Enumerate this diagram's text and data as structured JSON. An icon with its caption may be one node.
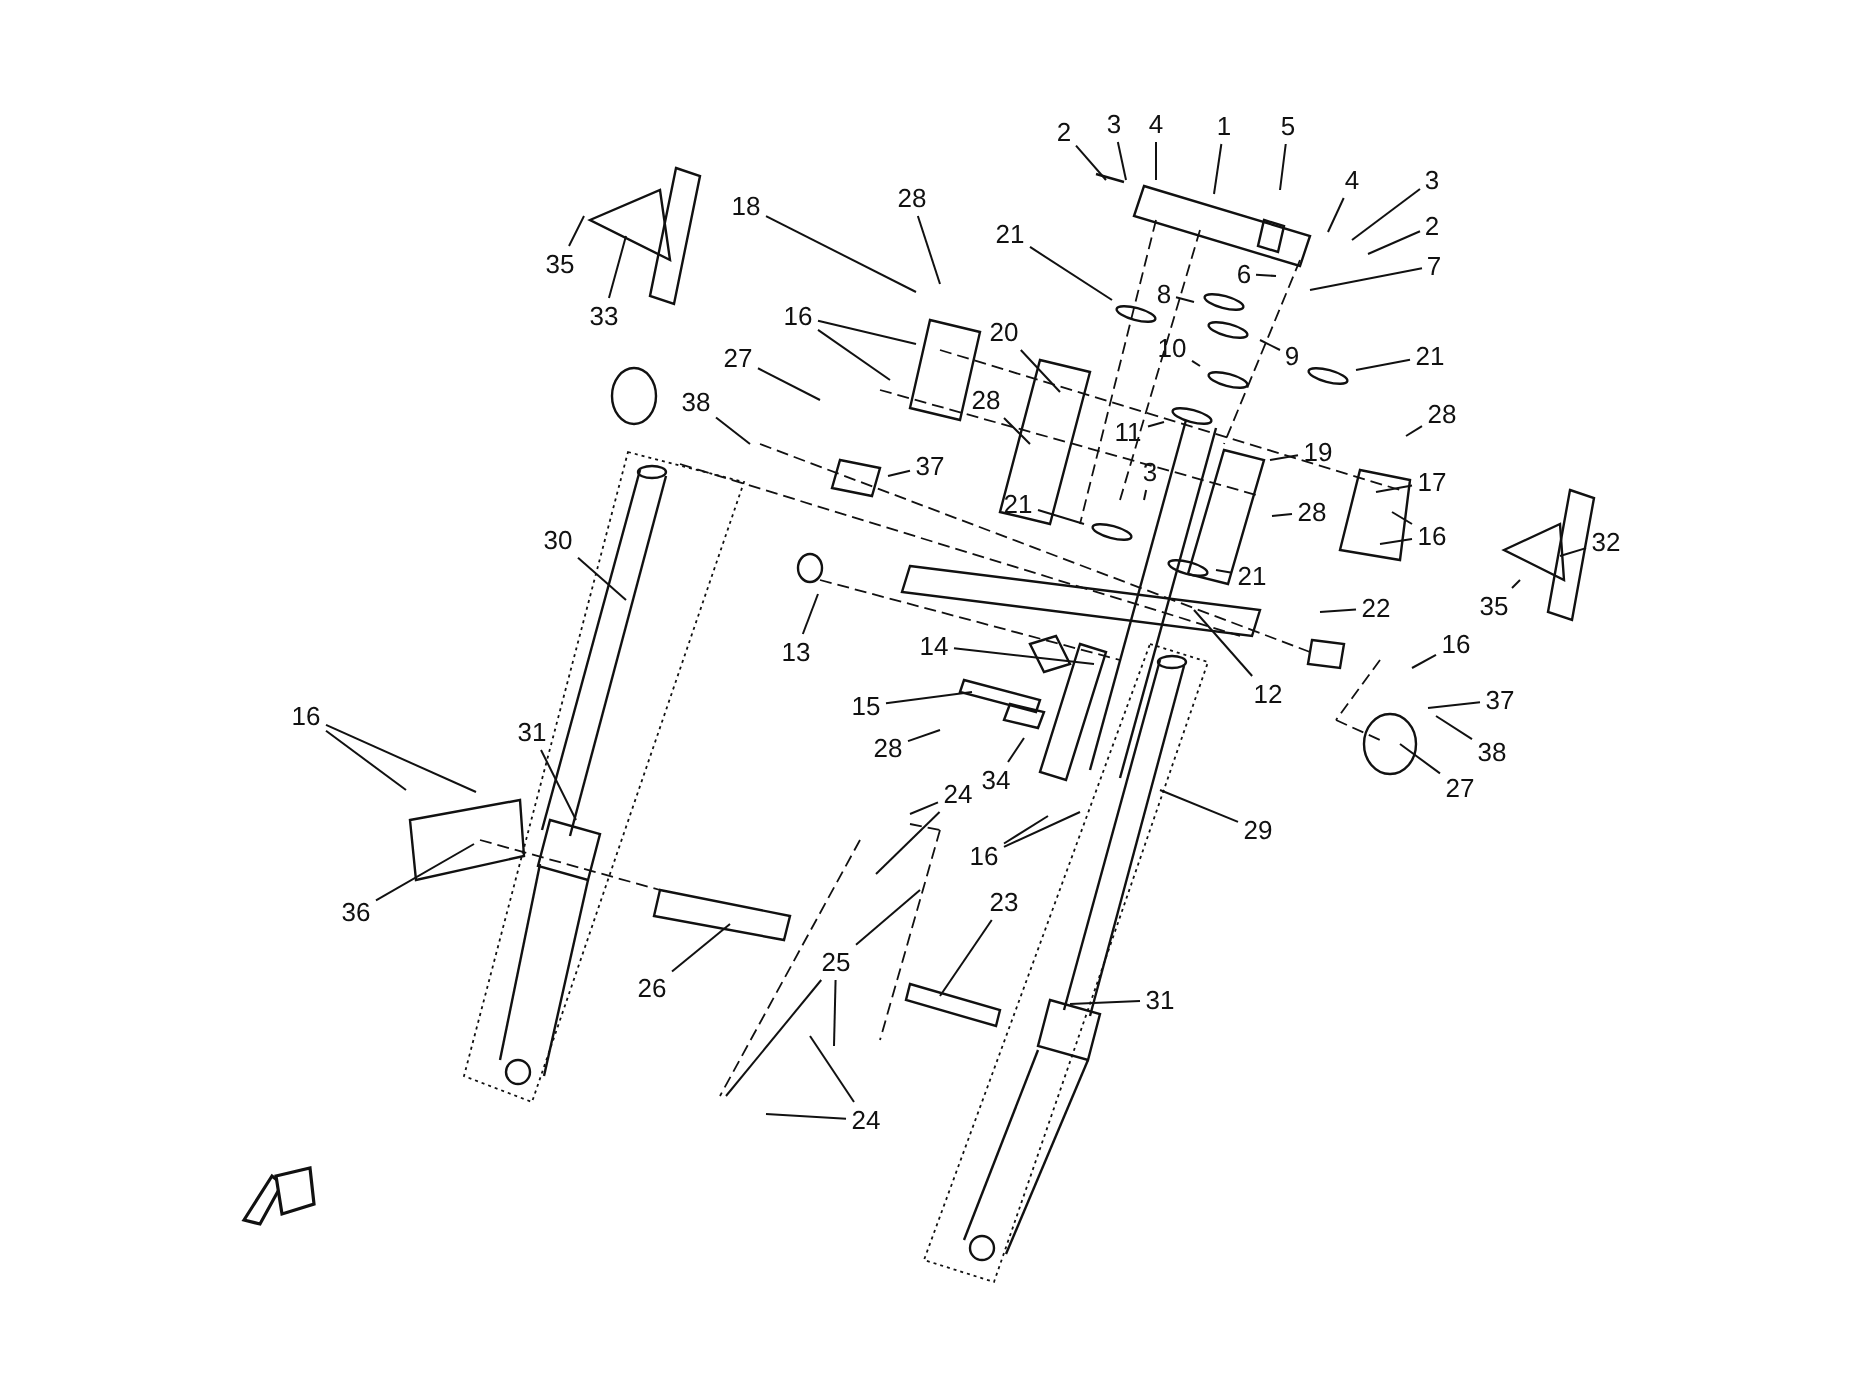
{
  "diagram": {
    "nodes": [
      {
        "text": [
          "1"
        ]
      },
      {
        "text": [
          "2"
        ]
      },
      {
        "text": [
          "3"
        ]
      },
      {
        "text": [
          "4"
        ]
      },
      {
        "text": [
          "5"
        ]
      },
      {
        "text": [
          "4"
        ]
      },
      {
        "text": [
          "3"
        ]
      },
      {
        "text": [
          "2"
        ]
      },
      {
        "text": [
          "6"
        ]
      },
      {
        "text": [
          "7"
        ]
      },
      {
        "text": [
          "8"
        ]
      },
      {
        "text": [
          "9"
        ]
      },
      {
        "text": [
          "10"
        ]
      },
      {
        "text": [
          "11"
        ]
      },
      {
        "text": [
          "21"
        ]
      },
      {
        "text": [
          "21"
        ]
      },
      {
        "text": [
          "18"
        ]
      },
      {
        "text": [
          "28"
        ]
      },
      {
        "text": [
          "16"
        ]
      },
      {
        "text": [
          "27"
        ]
      },
      {
        "text": [
          "20"
        ]
      },
      {
        "text": [
          "28"
        ]
      },
      {
        "text": [
          "38"
        ]
      },
      {
        "text": [
          "37"
        ]
      },
      {
        "text": [
          "21"
        ]
      },
      {
        "text": [
          "3"
        ]
      },
      {
        "text": [
          "19"
        ]
      },
      {
        "text": [
          "28"
        ]
      },
      {
        "text": [
          "17"
        ]
      },
      {
        "text": [
          "28"
        ]
      },
      {
        "text": [
          "16"
        ]
      },
      {
        "text": [
          "21"
        ]
      },
      {
        "text": [
          "22"
        ]
      },
      {
        "text": [
          "16"
        ]
      },
      {
        "text": [
          "37"
        ]
      },
      {
        "text": [
          "38"
        ]
      },
      {
        "text": [
          "27"
        ]
      },
      {
        "text": [
          "12"
        ]
      },
      {
        "text": [
          "13"
        ]
      },
      {
        "text": [
          "14"
        ]
      },
      {
        "text": [
          "15"
        ]
      },
      {
        "text": [
          "28"
        ]
      },
      {
        "text": [
          "34"
        ]
      },
      {
        "text": [
          "16"
        ]
      },
      {
        "text": [
          "24"
        ]
      },
      {
        "text": [
          "25"
        ]
      },
      {
        "text": [
          "16"
        ]
      },
      {
        "text": [
          "31"
        ]
      },
      {
        "text": [
          "36"
        ]
      },
      {
        "text": [
          "26"
        ]
      },
      {
        "text": [
          "23"
        ]
      },
      {
        "text": [
          "29"
        ]
      },
      {
        "text": [
          "31"
        ]
      },
      {
        "text": [
          "30"
        ]
      },
      {
        "text": [
          "33"
        ]
      },
      {
        "text": [
          "35"
        ]
      },
      {
        "text": [
          "32"
        ]
      },
      {
        "text": [
          "35"
        ]
      },
      {
        "text": [
          "24"
        ]
      }
    ],
    "edges": [
      {
        "from": 0,
        "to": null,
        "arrow": "none"
      },
      {
        "from": 1,
        "to": null,
        "arrow": "none"
      },
      {
        "from": 2,
        "to": null,
        "arrow": "none"
      },
      {
        "from": 3,
        "to": null,
        "arrow": "none"
      },
      {
        "from": 4,
        "to": null,
        "arrow": "none"
      },
      {
        "from": 5,
        "to": null,
        "arrow": "none"
      },
      {
        "from": 6,
        "to": null,
        "arrow": "none"
      },
      {
        "from": 7,
        "to": null,
        "arrow": "none"
      },
      {
        "from": 8,
        "to": null,
        "arrow": "none"
      },
      {
        "from": 9,
        "to": null,
        "arrow": "none"
      },
      {
        "from": 10,
        "to": null,
        "arrow": "none"
      },
      {
        "from": 11,
        "to": null,
        "arrow": "none"
      },
      {
        "from": 12,
        "to": null,
        "arrow": "none"
      },
      {
        "from": 13,
        "to": null,
        "arrow": "none"
      },
      {
        "from": 14,
        "to": null,
        "arrow": "none"
      },
      {
        "from": 15,
        "to": null,
        "arrow": "none"
      },
      {
        "from": 16,
        "to": null,
        "arrow": "none"
      },
      {
        "from": 17,
        "to": null,
        "arrow": "none"
      },
      {
        "from": 18,
        "to": null,
        "arrow": "none"
      },
      {
        "from": 18,
        "to": null,
        "arrow": "none"
      },
      {
        "from": 19,
        "to": null,
        "arrow": "none"
      },
      {
        "from": 20,
        "to": null,
        "arrow": "none"
      },
      {
        "from": 21,
        "to": null,
        "arrow": "none"
      },
      {
        "from": 22,
        "to": null,
        "arrow": "none"
      },
      {
        "from": 23,
        "to": null,
        "arrow": "none"
      },
      {
        "from": 24,
        "to": null,
        "arrow": "none"
      },
      {
        "from": 25,
        "to": null,
        "arrow": "none"
      },
      {
        "from": 26,
        "to": null,
        "arrow": "none"
      },
      {
        "from": 27,
        "to": null,
        "arrow": "none"
      },
      {
        "from": 28,
        "to": null,
        "arrow": "none"
      },
      {
        "from": 29,
        "to": null,
        "arrow": "none"
      },
      {
        "from": 30,
        "to": null,
        "arrow": "none"
      },
      {
        "from": 30,
        "to": null,
        "arrow": "none"
      },
      {
        "from": 31,
        "to": null,
        "arrow": "none"
      },
      {
        "from": 32,
        "to": null,
        "arrow": "none"
      },
      {
        "from": 33,
        "to": null,
        "arrow": "none"
      },
      {
        "from": 34,
        "to": null,
        "arrow": "none"
      },
      {
        "from": 35,
        "to": null,
        "arrow": "none"
      },
      {
        "from": 36,
        "to": null,
        "arrow": "none"
      },
      {
        "from": 37,
        "to": null,
        "arrow": "none"
      },
      {
        "from": 38,
        "to": null,
        "arrow": "none"
      },
      {
        "from": 39,
        "to": null,
        "arrow": "none"
      },
      {
        "from": 40,
        "to": null,
        "arrow": "none"
      },
      {
        "from": 41,
        "to": null,
        "arrow": "none"
      },
      {
        "from": 42,
        "to": null,
        "arrow": "none"
      },
      {
        "from": 43,
        "to": null,
        "arrow": "none"
      },
      {
        "from": 43,
        "to": null,
        "arrow": "none"
      },
      {
        "from": 44,
        "to": null,
        "arrow": "none"
      },
      {
        "from": 44,
        "to": null,
        "arrow": "none"
      },
      {
        "from": 45,
        "to": null,
        "arrow": "none"
      },
      {
        "from": 45,
        "to": null,
        "arrow": "none"
      },
      {
        "from": 45,
        "to": null,
        "arrow": "none"
      },
      {
        "from": 46,
        "to": null,
        "arrow": "none"
      },
      {
        "from": 46,
        "to": null,
        "arrow": "none"
      },
      {
        "from": 47,
        "to": null,
        "arrow": "none"
      },
      {
        "from": 48,
        "to": null,
        "arrow": "none"
      },
      {
        "from": 49,
        "to": null,
        "arrow": "none"
      },
      {
        "from": 50,
        "to": null,
        "arrow": "none"
      },
      {
        "from": 51,
        "to": null,
        "arrow": "none"
      },
      {
        "from": 52,
        "to": null,
        "arrow": "none"
      },
      {
        "from": 53,
        "to": null,
        "arrow": "none"
      },
      {
        "from": 54,
        "to": null,
        "arrow": "none"
      },
      {
        "from": 55,
        "to": null,
        "arrow": "none"
      },
      {
        "from": 56,
        "to": null,
        "arrow": "none"
      },
      {
        "from": 57,
        "to": null,
        "arrow": "none"
      },
      {
        "from": 58,
        "to": null,
        "arrow": "none"
      },
      {
        "from": 58,
        "to": null,
        "arrow": "none"
      }
    ]
  }
}
